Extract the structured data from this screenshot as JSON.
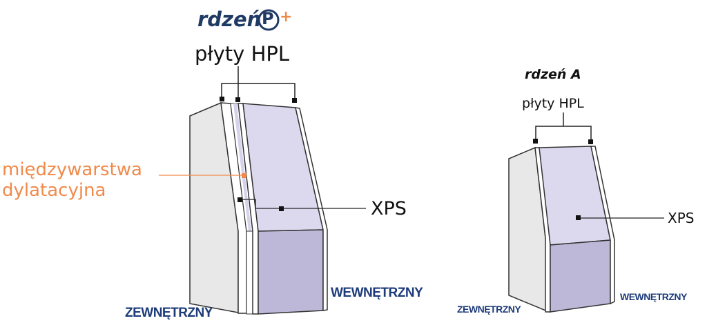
{
  "left_diagram": {
    "brand_text": "rdzeń",
    "brand_badge_letter": "P",
    "brand_badge_plus": "+",
    "hpl_label": "płyty HPL",
    "expansion_label_line1": "międzywarstwa",
    "expansion_label_line2": "dylatacyjna",
    "xps_label": "XPS",
    "outer_label": "ZEWNĘTRZNY",
    "inner_label": "WEWNĘTRZNY"
  },
  "right_diagram": {
    "title": "rdzeń A",
    "hpl_label": "płyty HPL",
    "xps_label": "XPS",
    "outer_label": "ZEWNĘTRZNY",
    "inner_label": "WEWNĘTRZNY"
  },
  "colors": {
    "brand_navy": "#1f3a64",
    "brand_orange": "#f08a4b",
    "label_navy": "#1d3b7a",
    "xps_light": "#dcd9ee",
    "xps_dark": "#bdb8d8",
    "panel_grey": "#e6e6e6",
    "outline": "#333333"
  }
}
